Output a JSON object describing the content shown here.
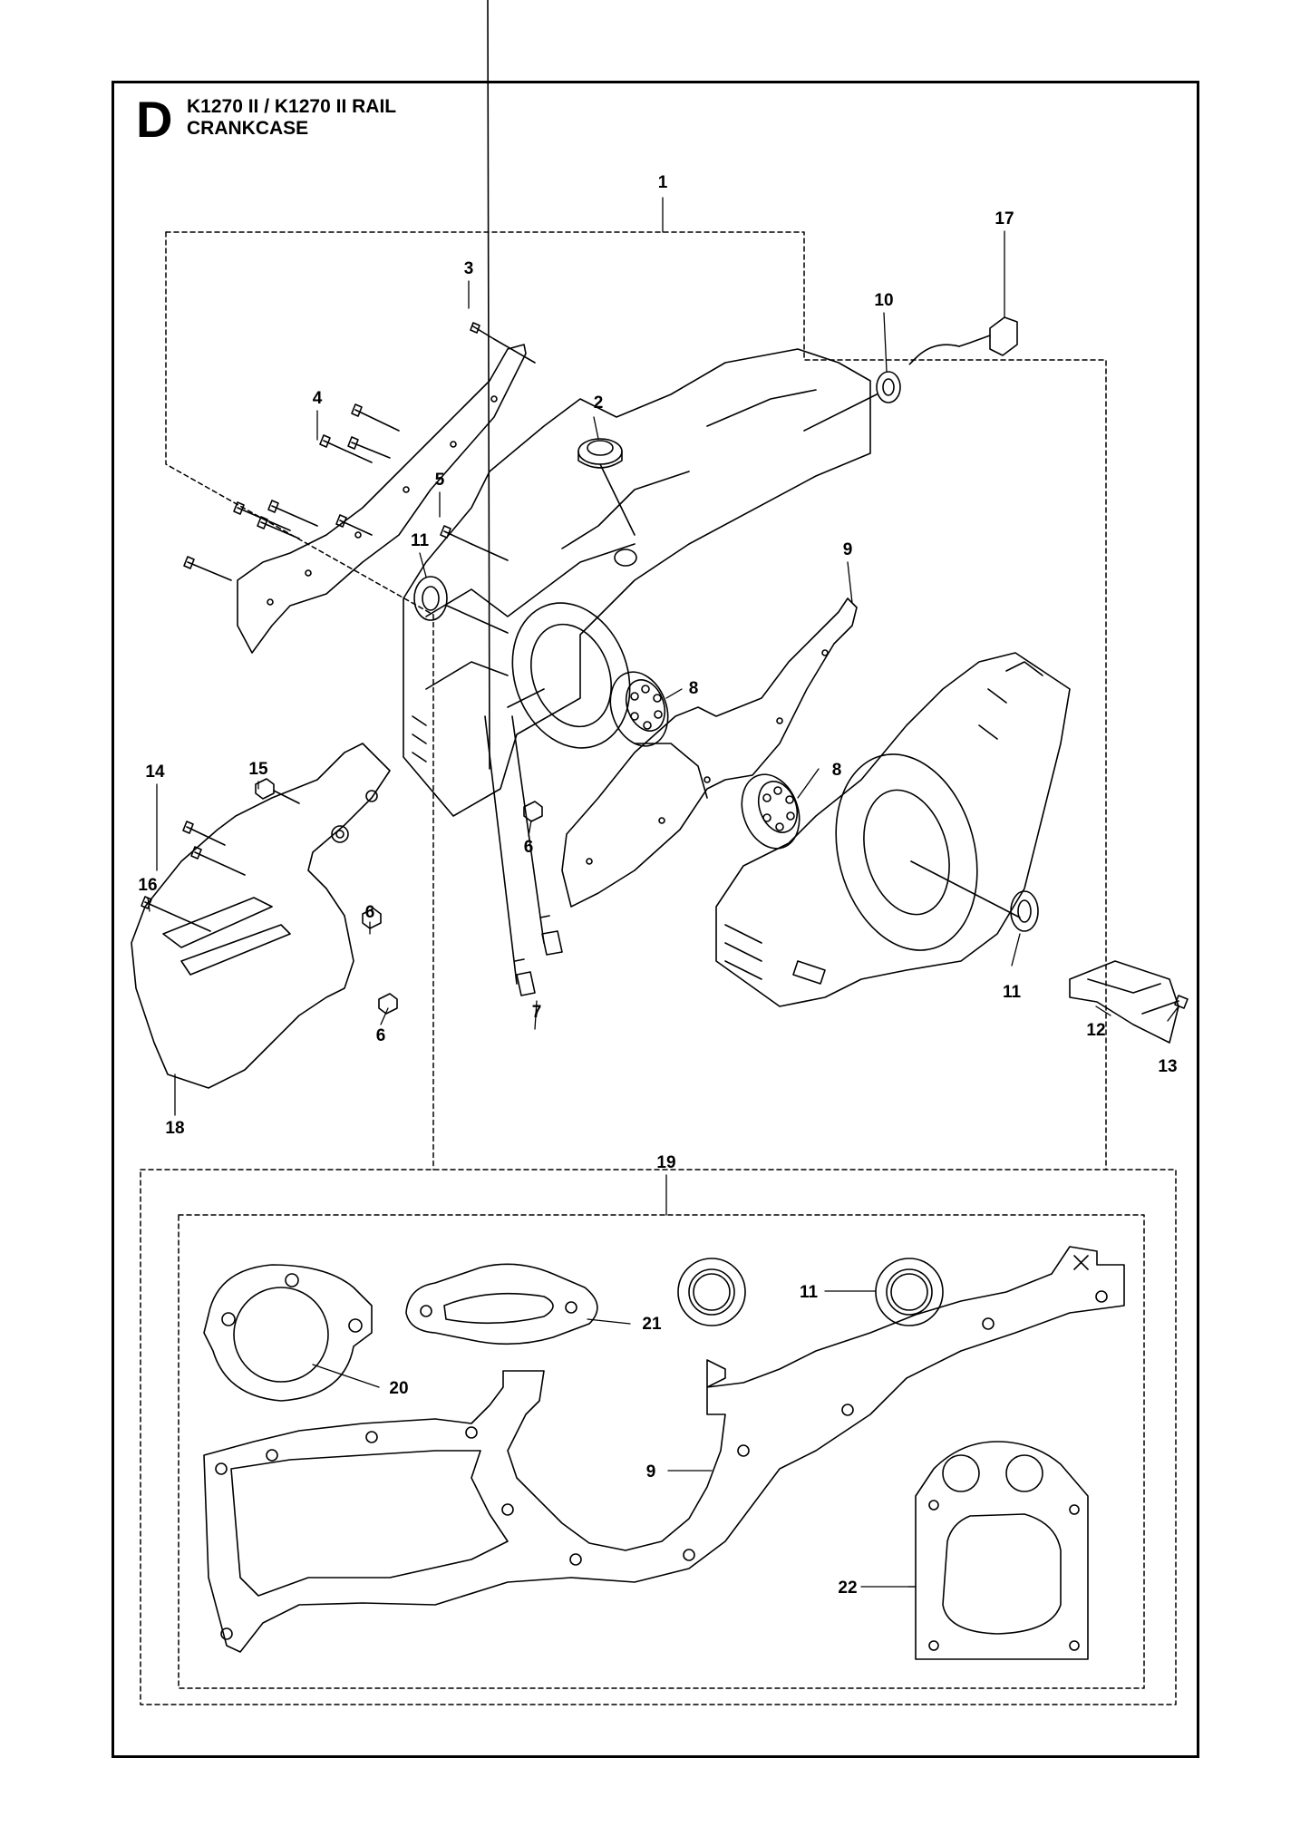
{
  "header": {
    "section_letter": "D",
    "model_line": "K1270 II / K1270 II RAIL",
    "subtitle": "CRANKCASE"
  },
  "callouts": {
    "c1": "1",
    "c2": "2",
    "c3": "3",
    "c4": "4",
    "c5": "5",
    "c6a": "6",
    "c6b": "6",
    "c6c": "6",
    "c7": "7",
    "c8a": "8",
    "c8b": "8",
    "c9a": "9",
    "c9b": "9",
    "c10": "10",
    "c11a": "11",
    "c11b": "11",
    "c11c": "11",
    "c12": "12",
    "c13": "13",
    "c14": "14",
    "c15": "15",
    "c16": "16",
    "c17": "17",
    "c18": "18",
    "c19": "19",
    "c20": "20",
    "c21": "21",
    "c22": "22"
  }
}
